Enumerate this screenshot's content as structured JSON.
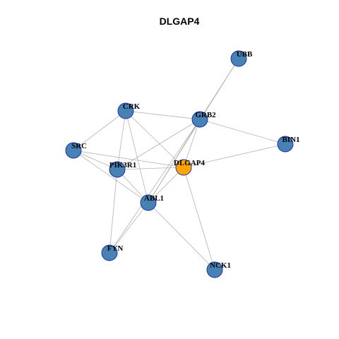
{
  "title": "DLGAP4",
  "colors": {
    "background": "#ffffff",
    "edge": "#b3b3b3",
    "node_default": "#4682b4",
    "node_stroke": "#1a24a6",
    "node_highlight": "#ffa500"
  },
  "nodes": [
    {
      "id": "UBB",
      "label": "UBB",
      "highlight": false
    },
    {
      "id": "CRK",
      "label": "CRK",
      "highlight": false
    },
    {
      "id": "GRB2",
      "label": "GRB2",
      "highlight": false
    },
    {
      "id": "BIN1",
      "label": "BIN1",
      "highlight": false
    },
    {
      "id": "SRC",
      "label": "SRC",
      "highlight": false
    },
    {
      "id": "PIK3R1",
      "label": "PIK3R1",
      "highlight": false
    },
    {
      "id": "DLGAP4",
      "label": "DLGAP4",
      "highlight": true
    },
    {
      "id": "ABL1",
      "label": "ABL1",
      "highlight": false
    },
    {
      "id": "FYN",
      "label": "FYN",
      "highlight": false
    },
    {
      "id": "NCK1",
      "label": "NCK1",
      "highlight": false
    }
  ],
  "edges": [
    [
      "UBB",
      "GRB2"
    ],
    [
      "UBB",
      "ABL1"
    ],
    [
      "CRK",
      "GRB2"
    ],
    [
      "CRK",
      "SRC"
    ],
    [
      "CRK",
      "PIK3R1"
    ],
    [
      "CRK",
      "DLGAP4"
    ],
    [
      "CRK",
      "ABL1"
    ],
    [
      "GRB2",
      "BIN1"
    ],
    [
      "GRB2",
      "PIK3R1"
    ],
    [
      "GRB2",
      "DLGAP4"
    ],
    [
      "GRB2",
      "ABL1"
    ],
    [
      "GRB2",
      "FYN"
    ],
    [
      "BIN1",
      "DLGAP4"
    ],
    [
      "SRC",
      "PIK3R1"
    ],
    [
      "SRC",
      "DLGAP4"
    ],
    [
      "SRC",
      "ABL1"
    ],
    [
      "PIK3R1",
      "DLGAP4"
    ],
    [
      "PIK3R1",
      "ABL1"
    ],
    [
      "PIK3R1",
      "FYN"
    ],
    [
      "DLGAP4",
      "ABL1"
    ],
    [
      "DLGAP4",
      "NCK1"
    ],
    [
      "ABL1",
      "FYN"
    ],
    [
      "ABL1",
      "NCK1"
    ]
  ]
}
